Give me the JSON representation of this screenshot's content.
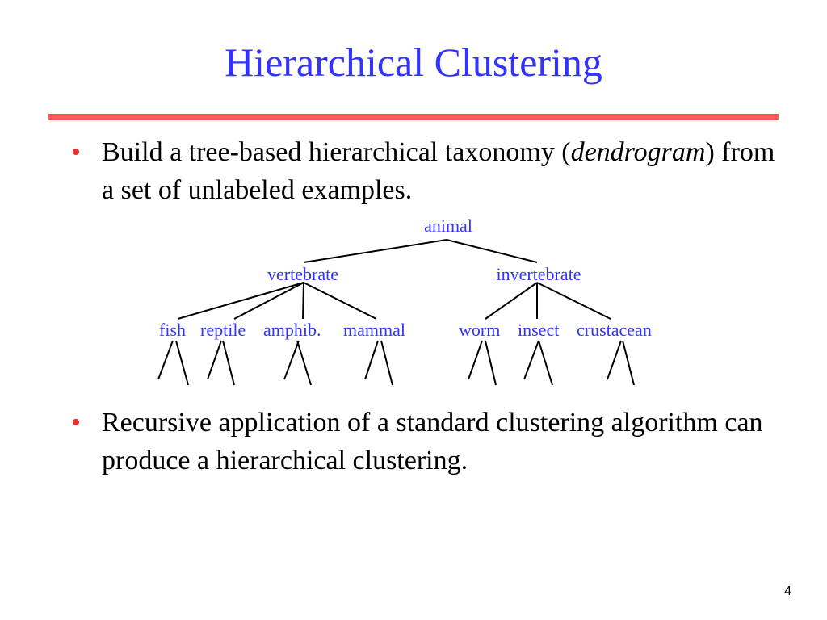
{
  "slide": {
    "title": "Hierarchical Clustering",
    "page_number": "4"
  },
  "colors": {
    "title": "#3333ff",
    "rule": "#ff5c5c",
    "bullet_mark": "#e83030",
    "text": "#000000",
    "diagram_label": "#3333ff",
    "diagram_line": "#000000"
  },
  "bullets": [
    {
      "mark": "•",
      "text_before_em": "Build a tree-based hierarchical taxonomy (",
      "em": "dendrogram",
      "text_after_em": ") from a set of unlabeled examples."
    },
    {
      "mark": "•",
      "text": "Recursive application of a standard clustering algorithm can produce a hierarchical clustering."
    }
  ],
  "taxonomy": {
    "root": "animal",
    "children": [
      {
        "label": "vertebrate",
        "children": [
          "fish",
          "reptile",
          "amphib.",
          "mammal"
        ]
      },
      {
        "label": "invertebrate",
        "children": [
          "worm",
          "insect",
          "crustacean"
        ]
      }
    ]
  }
}
